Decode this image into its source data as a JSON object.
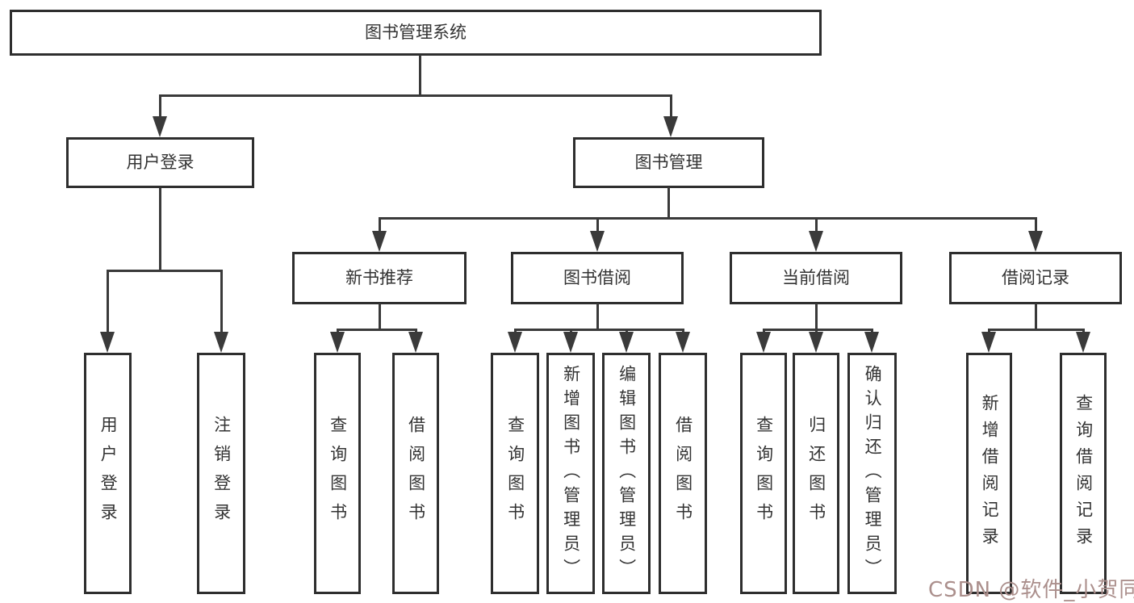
{
  "diagram": {
    "root": {
      "label": "图书管理系统"
    },
    "branches": [
      {
        "label": "用户登录",
        "children": [
          {
            "label": "用户登录"
          },
          {
            "label": "注销登录"
          }
        ]
      },
      {
        "label": "图书管理",
        "children": [
          {
            "label": "新书推荐",
            "children": [
              {
                "label": "查询图书"
              },
              {
                "label": "借阅图书"
              }
            ]
          },
          {
            "label": "图书借阅",
            "children": [
              {
                "label": "查询图书"
              },
              {
                "label": "新增图书（管理员）"
              },
              {
                "label": "编辑图书（管理员）"
              },
              {
                "label": "借阅图书"
              }
            ]
          },
          {
            "label": "当前借阅",
            "children": [
              {
                "label": "查询图书"
              },
              {
                "label": "归还图书"
              },
              {
                "label": "确认归还（管理员）"
              }
            ]
          },
          {
            "label": "借阅记录",
            "children": [
              {
                "label": "新增借阅记录"
              },
              {
                "label": "查询借阅记录"
              }
            ]
          }
        ]
      }
    ]
  },
  "watermark": {
    "text": "CSDN @软件_小贺同学"
  },
  "colors": {
    "line": "#3a3a3a",
    "border": "#2e2e2e",
    "text": "#333333",
    "background": "#ffffff",
    "watermark": "#ab8f8c"
  }
}
